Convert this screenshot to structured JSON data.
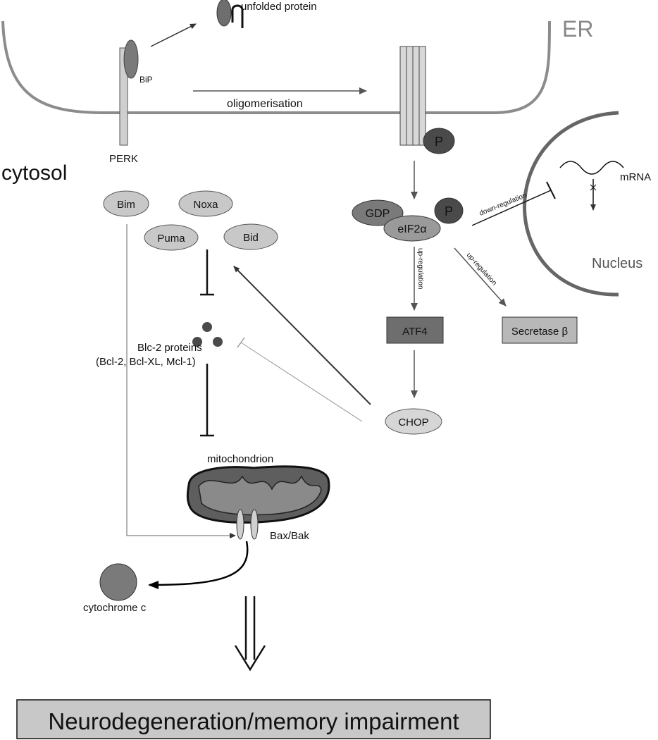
{
  "compartments": {
    "er": "ER",
    "cytosol": "cytosol",
    "nucleus": "Nucleus"
  },
  "membrane": {
    "perk": "PERK",
    "bip": "BiP",
    "unfolded_protein": "unfolded protein",
    "oligomerisation": "oligomerisation",
    "phospho": "P"
  },
  "eif2": {
    "gdp": "GDP",
    "eif2a": "eIF2α",
    "phospho": "P"
  },
  "regulation": {
    "down": "down-regulation",
    "up_atf4": "up-regulation",
    "up_secretase": "up-regulation"
  },
  "nucleus_content": {
    "mrna": "mRNA"
  },
  "targets": {
    "atf4": "ATF4",
    "secretase": "Secretase β",
    "chop": "CHOP"
  },
  "bh3_only": {
    "bim": "Bim",
    "noxa": "Noxa",
    "puma": "Puma",
    "bid": "Bid"
  },
  "bcl2": {
    "line1": "Blc-2 proteins",
    "line2": "(Bcl-2, Bcl-XL, Mcl-1)"
  },
  "mito": {
    "label": "mitochondrion",
    "bax_bak": "Bax/Bak",
    "cytochrome_c": "cytochrome c"
  },
  "outcome": "Neurodegeneration/memory impairment",
  "colors": {
    "membrane": "#8c8c8c",
    "light_oval": "#c8c8c8",
    "mid_oval": "#7a7a7a",
    "dark_oval": "#4a4a4a",
    "box_dark": "#6e6e6e",
    "box_light": "#b8b8b8",
    "outcome_box": "#c8c8c8"
  }
}
